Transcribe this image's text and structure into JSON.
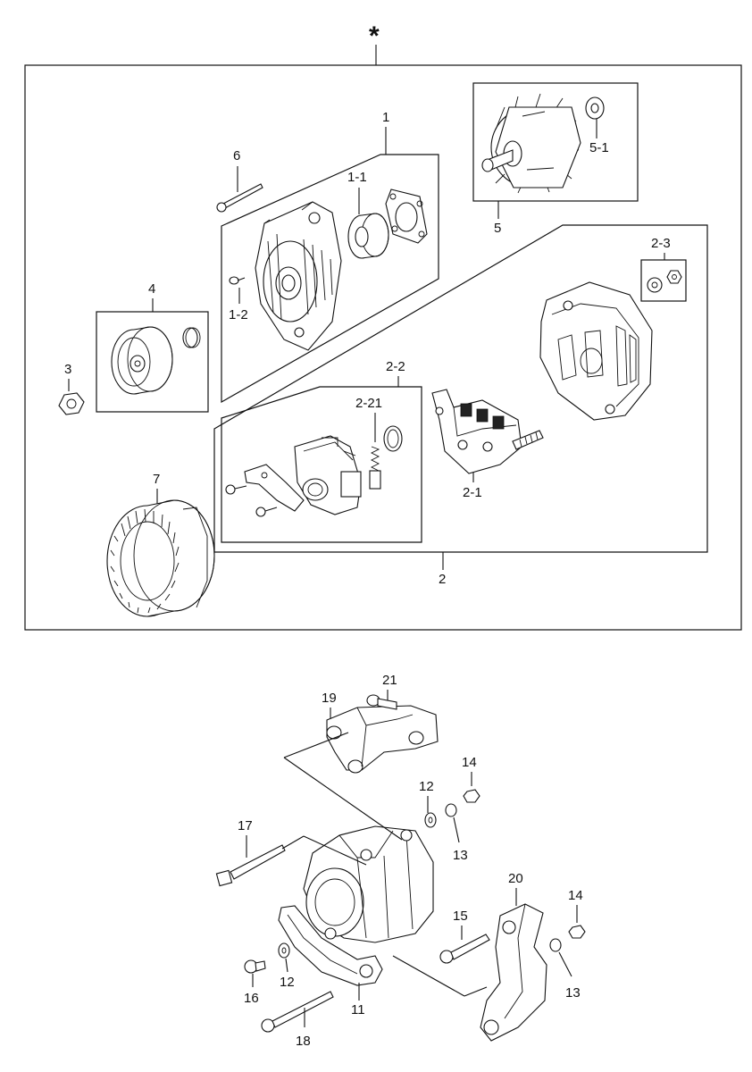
{
  "assembly_marker": "*",
  "callouts": {
    "c1": "1",
    "c1_1": "1-1",
    "c1_2": "1-2",
    "c2": "2",
    "c2_1": "2-1",
    "c2_2": "2-2",
    "c2_21": "2-21",
    "c2_3": "2-3",
    "c3": "3",
    "c4": "4",
    "c5": "5",
    "c5_1": "5-1",
    "c6": "6",
    "c7": "7",
    "c11": "11",
    "c12a": "12",
    "c12b": "12",
    "c13a": "13",
    "c13b": "13",
    "c14a": "14",
    "c14b": "14",
    "c15": "15",
    "c16": "16",
    "c17": "17",
    "c18": "18",
    "c19": "19",
    "c20": "20",
    "c21": "21"
  }
}
